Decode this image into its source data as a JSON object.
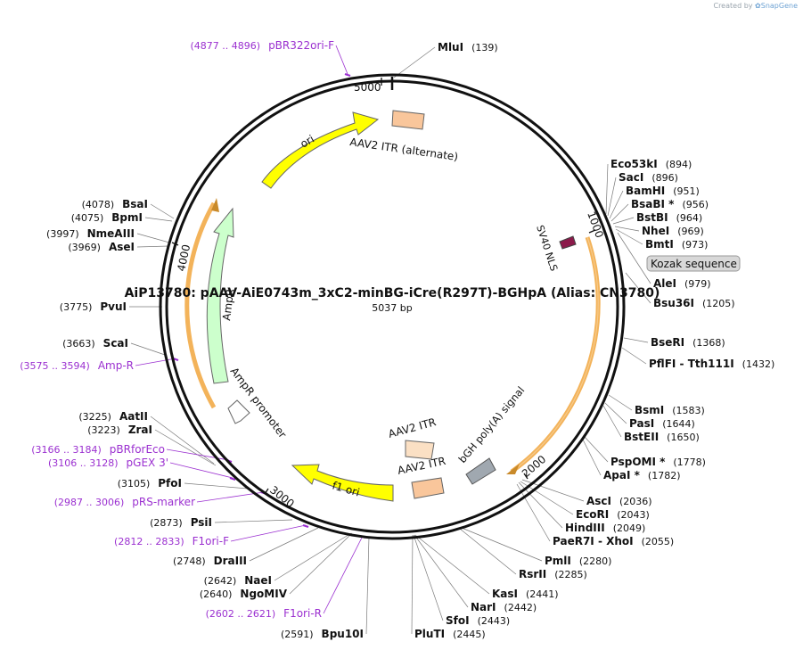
{
  "brand": {
    "prefix": "Created by",
    "name": "SnapGene"
  },
  "plasmid": {
    "title": "AiP13780: pAAV-AiE0743m_3xC2-minBG-iCre(R297T)-BGHpA  (Alias: CN3780)",
    "length_label": "5037 bp",
    "length": 5037
  },
  "colors": {
    "backbone": "#111111",
    "primer": "#9b30d0",
    "ori": "#ffff00",
    "itr": "#f9c69b",
    "amp": "#ccffcc",
    "polyA": "#a0a8b0",
    "nls": "#8b1a4a",
    "cds": "#f5a623"
  },
  "ticks": [
    {
      "label": "1000",
      "pos": 1000
    },
    {
      "label": "2000",
      "pos": 2000
    },
    {
      "label": "3000",
      "pos": 3000
    },
    {
      "label": "4000",
      "pos": 4000
    },
    {
      "label": "5000",
      "pos": 5000
    }
  ],
  "features": [
    {
      "name": "ori",
      "type": "ori",
      "label": "ori"
    },
    {
      "name": "aav2-itr-alternate",
      "type": "itr",
      "label": "AAV2 ITR (alternate)"
    },
    {
      "name": "sv40-nls",
      "type": "nls",
      "label": "SV40 NLS"
    },
    {
      "name": "kozak",
      "type": "box",
      "label": "Kozak sequence"
    },
    {
      "name": "bgh-polya",
      "type": "polyA",
      "label": "bGH poly(A) signal"
    },
    {
      "name": "aav2-itr-1",
      "type": "itr",
      "label": "AAV2 ITR"
    },
    {
      "name": "aav2-itr-2",
      "type": "itr",
      "label": "AAV2 ITR"
    },
    {
      "name": "f1-ori",
      "type": "ori",
      "label": "f1 ori"
    },
    {
      "name": "ampr",
      "type": "amp",
      "label": "AmpR"
    },
    {
      "name": "ampr-promoter",
      "type": "amp",
      "label": "AmpR promoter"
    }
  ],
  "sites": [
    {
      "name": "MluI",
      "pos": "(139)",
      "side": "right"
    },
    {
      "name": "Eco53kI",
      "pos": "(894)",
      "side": "right"
    },
    {
      "name": "SacI",
      "pos": "(896)",
      "side": "right"
    },
    {
      "name": "BamHI",
      "pos": "(951)",
      "side": "right"
    },
    {
      "name": "BsaBI *",
      "pos": "(956)",
      "side": "right"
    },
    {
      "name": "BstBI",
      "pos": "(964)",
      "side": "right"
    },
    {
      "name": "NheI",
      "pos": "(969)",
      "side": "right"
    },
    {
      "name": "BmtI",
      "pos": "(973)",
      "side": "right"
    },
    {
      "name": "AleI",
      "pos": "(979)",
      "side": "right"
    },
    {
      "name": "Bsu36I",
      "pos": "(1205)",
      "side": "right"
    },
    {
      "name": "BseRI",
      "pos": "(1368)",
      "side": "right"
    },
    {
      "name": "PflFI  -  Tth111I",
      "pos": "(1432)",
      "side": "right"
    },
    {
      "name": "BsmI",
      "pos": "(1583)",
      "side": "right"
    },
    {
      "name": "PasI",
      "pos": "(1644)",
      "side": "right"
    },
    {
      "name": "BstEII",
      "pos": "(1650)",
      "side": "right"
    },
    {
      "name": "PspOMI *",
      "pos": "(1778)",
      "side": "right"
    },
    {
      "name": "ApaI *",
      "pos": "(1782)",
      "side": "right"
    },
    {
      "name": "AscI",
      "pos": "(2036)",
      "side": "right"
    },
    {
      "name": "EcoRI",
      "pos": "(2043)",
      "side": "right"
    },
    {
      "name": "HindIII",
      "pos": "(2049)",
      "side": "right"
    },
    {
      "name": "PaeR7I  -  XhoI",
      "pos": "(2055)",
      "side": "right"
    },
    {
      "name": "PmlI",
      "pos": "(2280)",
      "side": "right"
    },
    {
      "name": "RsrII",
      "pos": "(2285)",
      "side": "right"
    },
    {
      "name": "KasI",
      "pos": "(2441)",
      "side": "right"
    },
    {
      "name": "NarI",
      "pos": "(2442)",
      "side": "right"
    },
    {
      "name": "SfoI",
      "pos": "(2443)",
      "side": "right"
    },
    {
      "name": "PluTI",
      "pos": "(2445)",
      "side": "right"
    },
    {
      "name": "Bpu10I",
      "pos": "(2591)",
      "side": "left"
    },
    {
      "name": "NgoMIV",
      "pos": "(2640)",
      "side": "left"
    },
    {
      "name": "NaeI",
      "pos": "(2642)",
      "side": "left"
    },
    {
      "name": "DraIII",
      "pos": "(2748)",
      "side": "left"
    },
    {
      "name": "PsiI",
      "pos": "(2873)",
      "side": "left"
    },
    {
      "name": "PfoI",
      "pos": "(3105)",
      "side": "left"
    },
    {
      "name": "ZraI",
      "pos": "(3223)",
      "side": "left"
    },
    {
      "name": "AatII",
      "pos": "(3225)",
      "side": "left"
    },
    {
      "name": "ScaI",
      "pos": "(3663)",
      "side": "left"
    },
    {
      "name": "PvuI",
      "pos": "(3775)",
      "side": "left"
    },
    {
      "name": "AseI",
      "pos": "(3969)",
      "side": "left"
    },
    {
      "name": "NmeAIII",
      "pos": "(3997)",
      "side": "left"
    },
    {
      "name": "BpmI",
      "pos": "(4075)",
      "side": "left"
    },
    {
      "name": "BsaI",
      "pos": "(4078)",
      "side": "left"
    }
  ],
  "primers": [
    {
      "name": "pBR322ori-F",
      "range": "(4877 .. 4896)"
    },
    {
      "name": "Amp-R",
      "range": "(3575 .. 3594)"
    },
    {
      "name": "pBRforEco",
      "range": "(3166 .. 3184)"
    },
    {
      "name": "pGEX 3'",
      "range": "(3106 .. 3128)"
    },
    {
      "name": "pRS-marker",
      "range": "(2987 .. 3006)"
    },
    {
      "name": "F1ori-F",
      "range": "(2812 .. 2833)"
    },
    {
      "name": "F1ori-R",
      "range": "(2602 .. 2621)"
    }
  ]
}
